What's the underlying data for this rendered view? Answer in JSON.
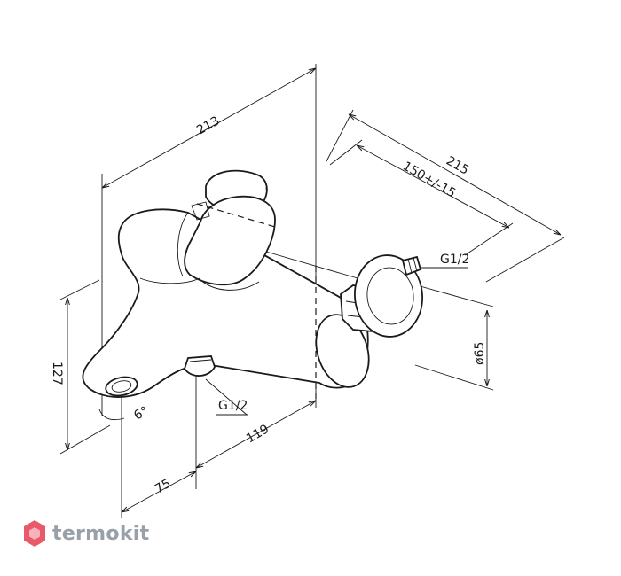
{
  "dimensions": {
    "d213": "213",
    "d215": "215",
    "d150": "150+/-15",
    "g12_top": "G1/2",
    "d65": "ø65",
    "d127": "127",
    "angle6": "6°",
    "g12_bottom": "G1/2",
    "d119": "119",
    "d75": "75"
  },
  "watermark": {
    "brand": "termokit",
    "colors": {
      "icon": "#e85a6a",
      "text": "#9aa0a8"
    }
  }
}
